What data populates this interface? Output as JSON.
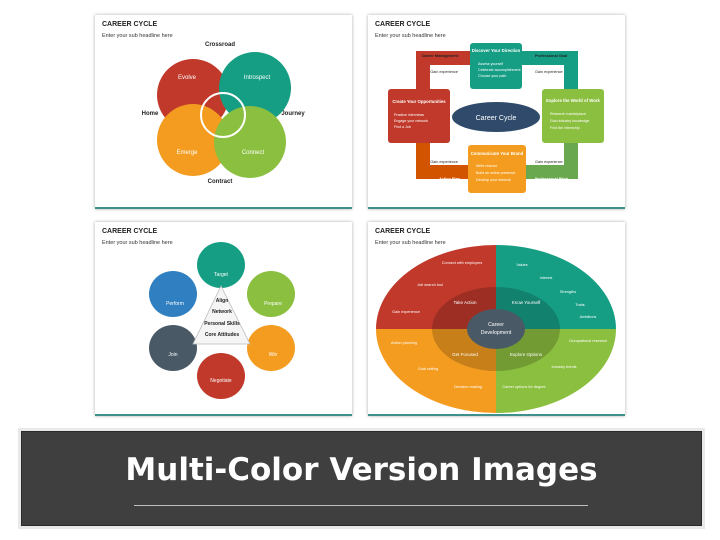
{
  "colors": {
    "red": "#c0392b",
    "teal": "#169e85",
    "orange": "#f39c1f",
    "green": "#8bbf3f",
    "blue": "#2f7fc1",
    "slate": "#4a5966",
    "navy": "#2f4a6b"
  },
  "slide1": {
    "title": "CAREER CYCLE",
    "subtitle": "Enter your sub headline here",
    "petals": [
      "Evolve",
      "Introspect",
      "Emerge",
      "Connect"
    ],
    "outer": [
      "Crossroad",
      "Home",
      "Journey",
      "Contract"
    ]
  },
  "slide2": {
    "title": "CAREER CYCLE",
    "subtitle": "Enter your sub headline here",
    "center": "Career Cycle",
    "top": {
      "title": "Discover Your Direction",
      "bullets": [
        "Assess yourself",
        "Celebrate accomplishment",
        "Choose your path"
      ]
    },
    "left": {
      "title": "Create Your Opportunities",
      "bullets": [
        "Practice interviews",
        "Engage your network",
        "Find a Job"
      ]
    },
    "right": {
      "title": "Explore the World of Work",
      "bullets": [
        "Research marketplace",
        "Gain industry knowledge",
        "Find the internship"
      ]
    },
    "bottom": {
      "title": "Communicate Your Brand",
      "bullets": [
        "Write resume",
        "Build an online presence",
        "Develop your network"
      ]
    },
    "labels": {
      "tl": "Career Management",
      "tr": "Professional Goal",
      "bl": "Action Plan",
      "br": "Professional Pitch",
      "gain": "Gain experience"
    }
  },
  "slide3": {
    "title": "CAREER CYCLE",
    "subtitle": "Enter your sub headline here",
    "petals": [
      "Target",
      "Prepare",
      "Win",
      "Negotiate",
      "Join",
      "Perform"
    ],
    "center": [
      "Align",
      "Network",
      "Personal Skills",
      "Core Attitudes"
    ]
  },
  "slide4": {
    "title": "CAREER CYCLE",
    "subtitle": "Enter your sub headline here",
    "center": "Career Development",
    "inner": [
      "Take Action",
      "Know Yourself",
      "Get Focused",
      "Explore Options"
    ],
    "red": [
      "Connect with employers",
      "Job search tool",
      "Gain experience"
    ],
    "teal": [
      "Values",
      "Interest",
      "Strengths",
      "Traits",
      "Ambitions"
    ],
    "orange": [
      "Action planning",
      "Goal setting",
      "Decision making"
    ],
    "green": [
      "Occupational research",
      "Industry trends",
      "Career options for degree"
    ]
  },
  "banner": {
    "title": "Multi-Color Version Images"
  }
}
